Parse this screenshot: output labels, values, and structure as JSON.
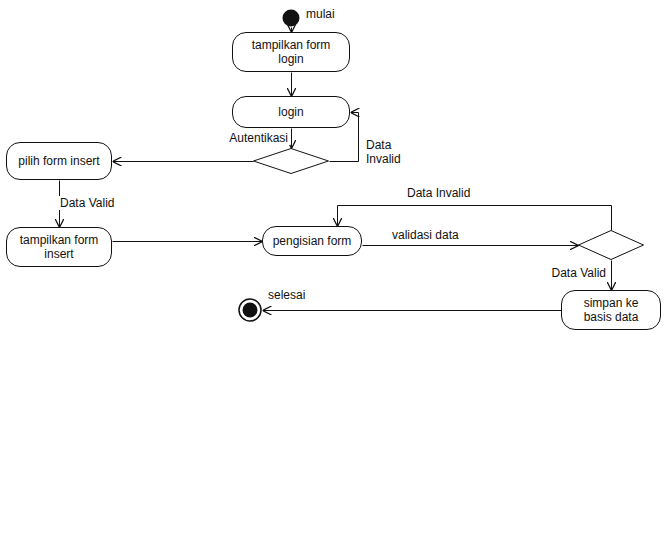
{
  "diagram": {
    "nodes": [
      {
        "text": [
          "mulai"
        ]
      },
      {
        "text": [
          "tampilkan form login"
        ]
      },
      {
        "text": [
          "login"
        ]
      },
      {
        "text": []
      },
      {
        "text": [
          "pilih form insert"
        ]
      },
      {
        "text": [
          "tampilkan form insert"
        ]
      },
      {
        "text": [
          "pengisian form"
        ]
      },
      {
        "text": []
      },
      {
        "text": [
          "simpan ke basis data"
        ]
      },
      {
        "text": [
          "selesai"
        ]
      }
    ],
    "edges": [
      {
        "from": 0,
        "to": 1,
        "arrow": "to"
      },
      {
        "from": 1,
        "to": 2,
        "arrow": "to"
      },
      {
        "from": 2,
        "to": 3,
        "label": "Autentikasi",
        "arrow": "to"
      },
      {
        "from": 3,
        "to": 2,
        "label": "Data Invalid",
        "arrow": "to"
      },
      {
        "from": 3,
        "to": 4,
        "label": "Data Valid",
        "arrow": "to"
      },
      {
        "from": 4,
        "to": 5,
        "arrow": "to"
      },
      {
        "from": 5,
        "to": 6,
        "arrow": "to"
      },
      {
        "from": 6,
        "to": 7,
        "label": "validasi data",
        "arrow": "to"
      },
      {
        "from": 7,
        "to": 6,
        "label": "Data Invalid",
        "arrow": "to"
      },
      {
        "from": 7,
        "to": 8,
        "label": "Data Valid",
        "arrow": "to"
      },
      {
        "from": 8,
        "to": 9,
        "arrow": "to"
      }
    ]
  }
}
